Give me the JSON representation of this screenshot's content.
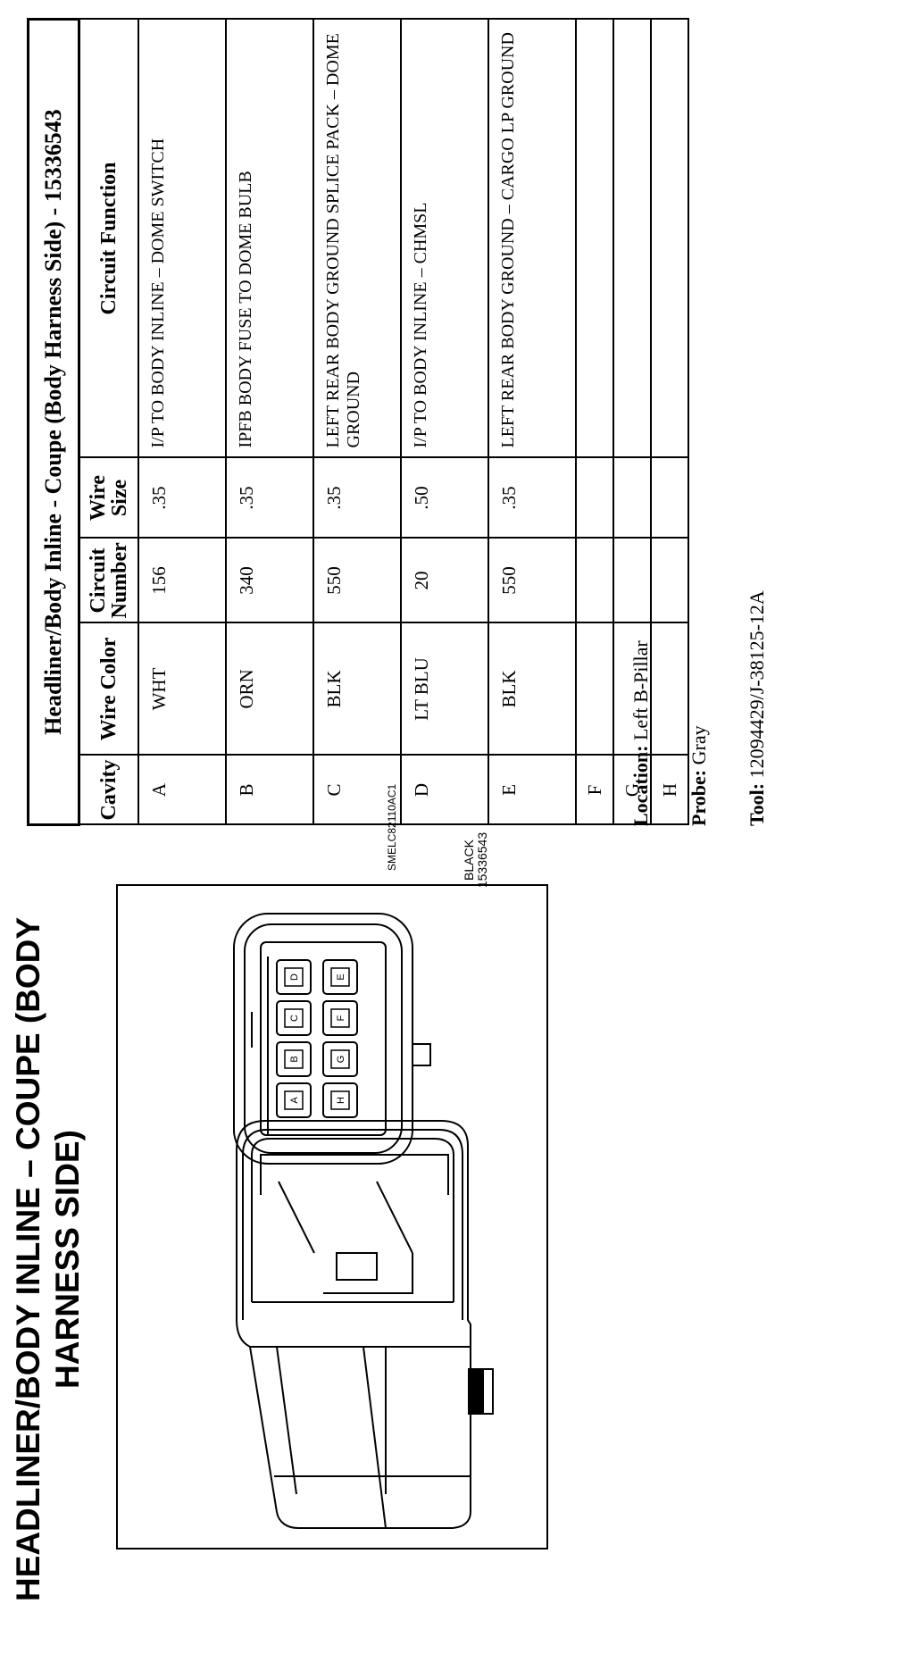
{
  "title_line1": "HEADLINER/BODY INLINE – COUPE (BODY",
  "title_line2": "HARNESS SIDE)",
  "figure": {
    "pin_letters": [
      "A",
      "B",
      "C",
      "D",
      "H",
      "G",
      "F",
      "E"
    ],
    "connector_color": "BLACK",
    "connector_part": "15336543",
    "figure_code": "SMELC82110AC1"
  },
  "table": {
    "caption": "Headliner/Body Inline - Coupe (Body Harness Side) - 15336543",
    "headers": [
      "Cavity",
      "Wire Color",
      "Circuit Number",
      "Wire Size",
      "Circuit Function"
    ],
    "rows": [
      {
        "cavity": "A",
        "wire_color": "WHT",
        "circuit_number": "156",
        "wire_size": ".35",
        "function": "I/P TO BODY INLINE – DOME SWITCH"
      },
      {
        "cavity": "B",
        "wire_color": "ORN",
        "circuit_number": "340",
        "wire_size": ".35",
        "function": "IPFB BODY FUSE TO DOME BULB"
      },
      {
        "cavity": "C",
        "wire_color": "BLK",
        "circuit_number": "550",
        "wire_size": ".35",
        "function": "LEFT REAR BODY GROUND SPLICE PACK – DOME GROUND"
      },
      {
        "cavity": "D",
        "wire_color": "LT BLU",
        "circuit_number": "20",
        "wire_size": ".50",
        "function": "I/P TO BODY INLINE – CHMSL"
      },
      {
        "cavity": "E",
        "wire_color": "BLK",
        "circuit_number": "550",
        "wire_size": ".35",
        "function": "LEFT REAR BODY GROUND – CARGO LP GROUND"
      },
      {
        "cavity": "F",
        "wire_color": "",
        "circuit_number": "",
        "wire_size": "",
        "function": ""
      },
      {
        "cavity": "G",
        "wire_color": "",
        "circuit_number": "",
        "wire_size": "",
        "function": ""
      },
      {
        "cavity": "H",
        "wire_color": "",
        "circuit_number": "",
        "wire_size": "",
        "function": ""
      }
    ]
  },
  "info": {
    "location_label": "Location:",
    "location_value": "Left B-Pillar",
    "probe_label": "Probe:",
    "probe_value": "Gray",
    "tool_label": "Tool:",
    "tool_value": "12094429/J-38125-12A"
  }
}
